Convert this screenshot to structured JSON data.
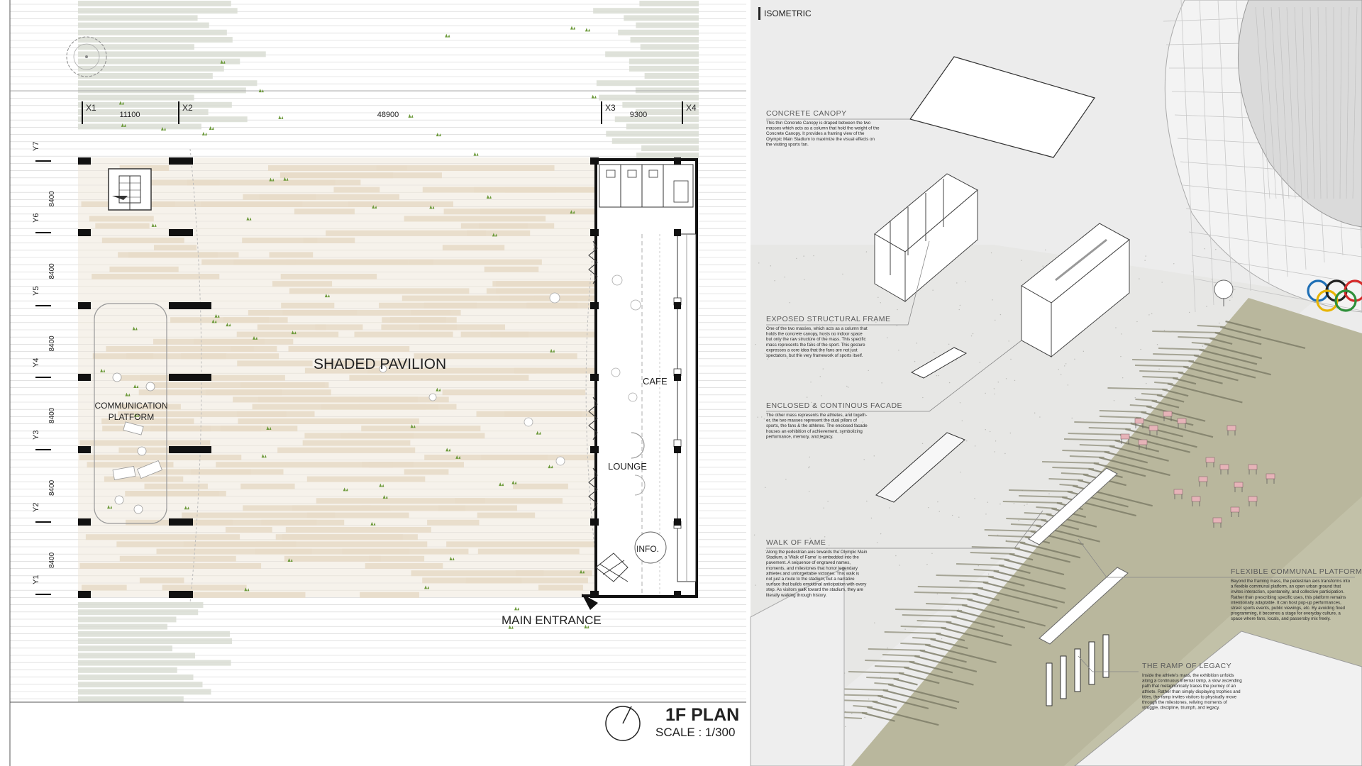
{
  "plan": {
    "labels": {
      "shaded_pavilion": "SHADED PAVILION",
      "communication_1": "COMMUNICATION",
      "communication_2": "PLATFORM",
      "cafe": "CAFE",
      "lounge": "LOUNGE",
      "info": "INFO.",
      "main_entrance": "MAIN ENTRANCE"
    },
    "grid_x": [
      "X1",
      "X2",
      "X3",
      "X4"
    ],
    "grid_y": [
      "Y7",
      "Y6",
      "Y5",
      "Y4",
      "Y3",
      "Y2",
      "Y1"
    ],
    "dims_x": [
      "11100",
      "48900",
      "9300"
    ],
    "dims_y": [
      "8400",
      "8400",
      "8400",
      "8400",
      "8400",
      "8400"
    ],
    "title": "1F PLAN",
    "scale": "SCALE : 1/300"
  },
  "iso": {
    "header": "ISOMETRIC",
    "annotations": [
      {
        "title": "CONCRETE CANOPY",
        "lines": [
          "This thin Concrete Canopy is draped between the two",
          "masses which acts as a column that hold the weight of the",
          "Concrete Canopy. It provides a framing view of the",
          "Olympic Main Stadium to maximize the visual effects on",
          "the visiting sports fan."
        ]
      },
      {
        "title": "EXPOSED STRUCTURAL FRAME",
        "lines": [
          "One of the two masses, which acts as a column that",
          "holds the concrete canopy, hosts no indoor space",
          "but only the raw structure of the mass. This specific",
          "mass represents the fans of the sport. This gesture",
          "expresses a core idea that the fans are not just",
          "spectators, but the very framework of sports itself."
        ]
      },
      {
        "title": "ENCLOSED & CONTINOUS FACADE",
        "lines": [
          "The other mass represents the athletes, and togeth-",
          "er, the two masses represent the dual pillars of",
          "sports, the fans & the athletes. The enclosed facade",
          "houses an exhibition of achievement, symbolizing",
          "performance, memory, and legacy."
        ]
      },
      {
        "title": "WALK OF FAME",
        "lines": [
          "Along the pedestrian axis towards the Olympic Main",
          "Stadium, a 'Walk of Fame' is embedded into the",
          "pavement. A sequence of engraved names,",
          "moments, and milestones that honor legendary",
          "athletes and unforgettable victories. This walk is",
          "not just a route to the stadium, but a narrative",
          "surface that builds emotional anticipation with every",
          "step. As visitors walk toward the stadium, they are",
          "literally walking through history."
        ]
      },
      {
        "title": "FLEXIBLE COMMUNAL PLATFORM",
        "lines": [
          "Beyond the framing mass, the pedestrian axis transforms into",
          "a flexible communal platform, an open urban ground that",
          "invites interaction, spontaneity, and collective participation.",
          "Rather than prescribing specific uses, this platform remains",
          "intentionally adaptable. It can host pop-up performances,",
          "street sports events, public viewings, etc. By avoiding fixed",
          "programming, it becomes a stage for everyday culture, a",
          "space where fans, locals, and passersby mix freely."
        ]
      },
      {
        "title": "THE RAMP OF LEGACY",
        "lines": [
          "Inside the athlete's mass, the exhibition unfolds",
          "along a continuous internal ramp, a slow ascending",
          "path that metaphorically traces the journey of an",
          "athlete. Rather than simply displaying trophies and",
          "titles, the ramp invites visitors to physically move",
          "through the milestones, reliving moments of",
          "struggle, discipline, triumph, and legacy."
        ]
      }
    ]
  },
  "colors": {
    "wood": "#ece2d4",
    "paving": "#d9ddd4",
    "line": "#bdbdbd",
    "olive": "#b5b49a",
    "grass": "#6c9a3a",
    "olympic_blue": "#1f6fb5",
    "olympic_yellow": "#e8b400",
    "olympic_black": "#222222",
    "olympic_green": "#2f8f3a",
    "olympic_red": "#d42a2a"
  }
}
